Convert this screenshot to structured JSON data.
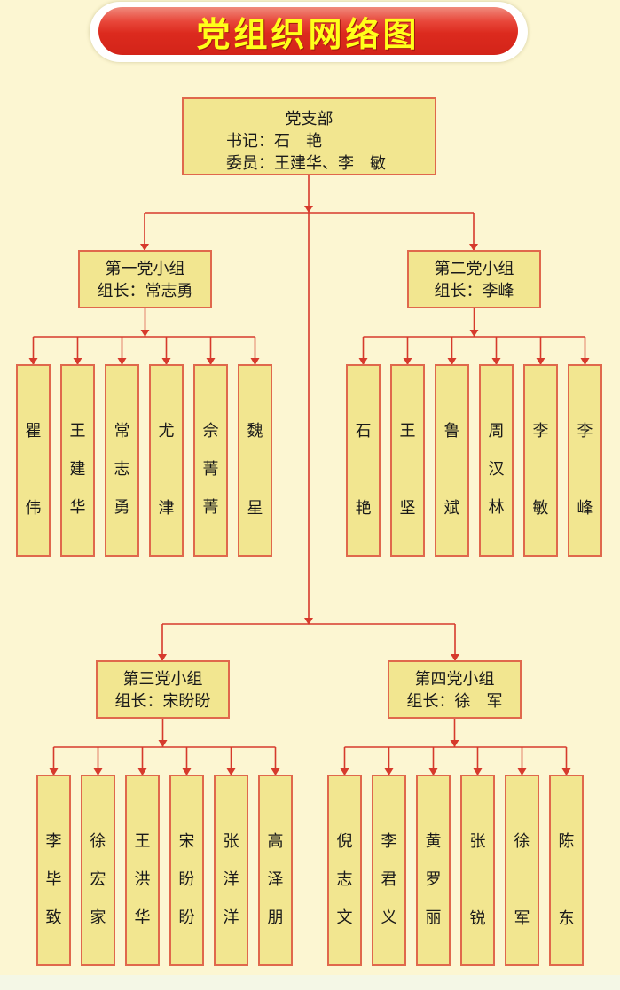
{
  "title": "党组织网络图",
  "root": {
    "name": "党支部",
    "secretary": "书记：石　艳",
    "members": "委员：王建华、李　敏"
  },
  "groups": [
    {
      "name": "第一党小组",
      "leader": "组长：常志勇",
      "members": [
        "瞿伟",
        "王建华",
        "常志勇",
        "尤津",
        "佘菁菁",
        "魏星"
      ]
    },
    {
      "name": "第二党小组",
      "leader": "组长：李峰",
      "members": [
        "石艳",
        "王坚",
        "鲁斌",
        "周汉林",
        "李敏",
        "李峰"
      ]
    },
    {
      "name": "第三党小组",
      "leader": "组长：宋盼盼",
      "members": [
        "李毕致",
        "徐宏家",
        "王洪华",
        "宋盼盼",
        "张洋洋",
        "高泽朋"
      ]
    },
    {
      "name": "第四党小组",
      "leader": "组长：徐　军",
      "members": [
        "倪志文",
        "李君义",
        "黄罗丽",
        "张锐",
        "徐军",
        "陈东"
      ]
    }
  ],
  "colors": {
    "background": "#fcf6d2",
    "box_fill": "#f2e690",
    "box_border": "#e0684c",
    "line": "#d63a2c",
    "banner_red": "#d32419",
    "banner_text": "#ffff1a"
  }
}
